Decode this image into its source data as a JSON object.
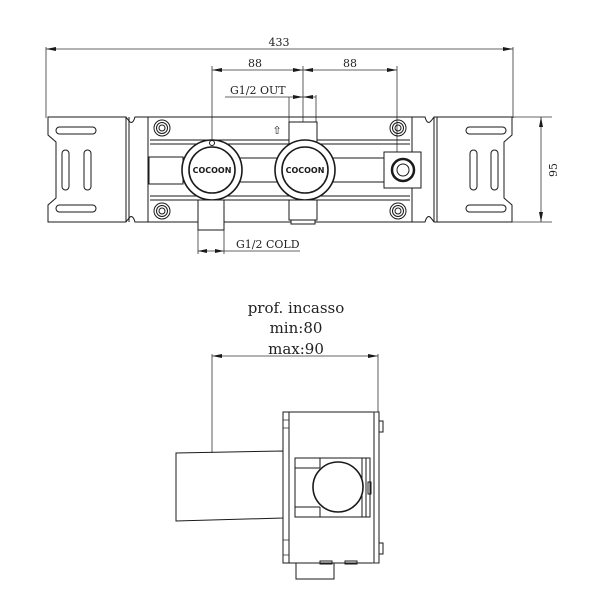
{
  "drawing": {
    "title": "Concealed mixer body technical drawing",
    "colors": {
      "line": "#1a1a1a",
      "background": "#ffffff"
    },
    "front_view": {
      "overall_width_label": "433",
      "spacing_left_label": "88",
      "spacing_right_label": "88",
      "height_label": "95",
      "outlet_label": "G1/2  OUT",
      "inlet_label": "G1/2  COLD",
      "knob_left_brand": "COCOON",
      "knob_right_brand": "COCOON",
      "flow_arrow": "⇧"
    },
    "side_view": {
      "depth_title": "prof. incasso",
      "depth_min": "min:80",
      "depth_max": "max:90"
    }
  }
}
